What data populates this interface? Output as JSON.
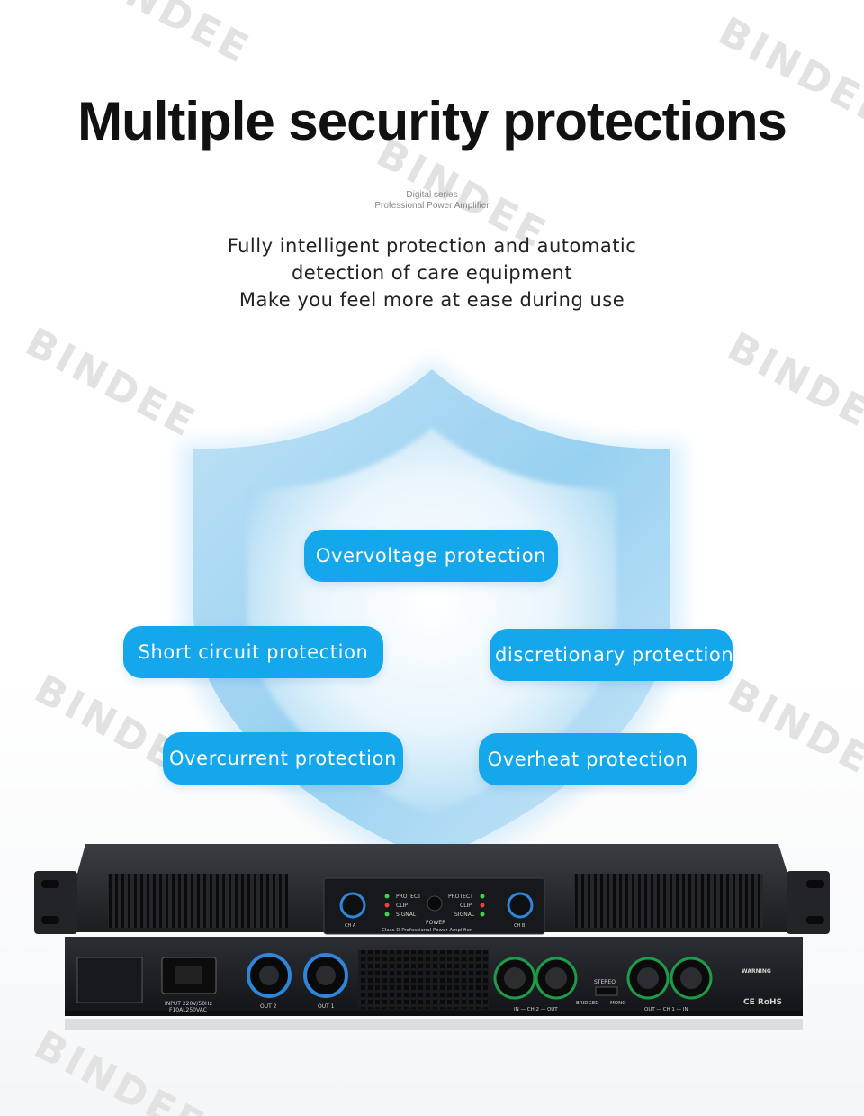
{
  "headline": "Multiple security protections",
  "series_label": {
    "line1": "Digital series",
    "line2": "Professional Power Amplifier"
  },
  "description": [
    "Fully intelligent protection and automatic",
    "detection of care equipment",
    "Make you feel more at ease during use"
  ],
  "watermark": "BINDEE",
  "protections": {
    "overvoltage": "Overvoltage protection",
    "short_circuit": "Short circuit  protection",
    "discretionary": "discretionary protection",
    "overcurrent": "Overcurrent protection",
    "overheat": "Overheat protection"
  },
  "colors": {
    "pill": "#14a7eb",
    "shield_light": "#eef7fd",
    "shield_glow": "#cfe8f8",
    "amp_body": "#1d1f22"
  },
  "amplifier": {
    "front_panel": {
      "protect_left": "PROTECT",
      "clip_left": "CLIP",
      "signal_left": "SIGNAL",
      "protect_right": "PROTECT",
      "clip_right": "CLIP",
      "signal_right": "SIGNAL",
      "power": "POWER",
      "model": "Class D Professional Power Amplifier",
      "ch_a": "CH A",
      "ch_b": "CH B"
    },
    "rear_panel": {
      "input_voltage": "INPUT  220V/50Hz",
      "fuse": "F10AL250VAC",
      "out2": "OUT 2",
      "out1": "OUT 1",
      "ch2_label": "IN — CH 2 — OUT",
      "ch1_label": "OUT — CH 1 — IN",
      "stereo": "STEREO",
      "bridged": "BRIDGED",
      "mono": "MONO",
      "warning": "WARNING",
      "certs": "CE RoHS"
    }
  }
}
